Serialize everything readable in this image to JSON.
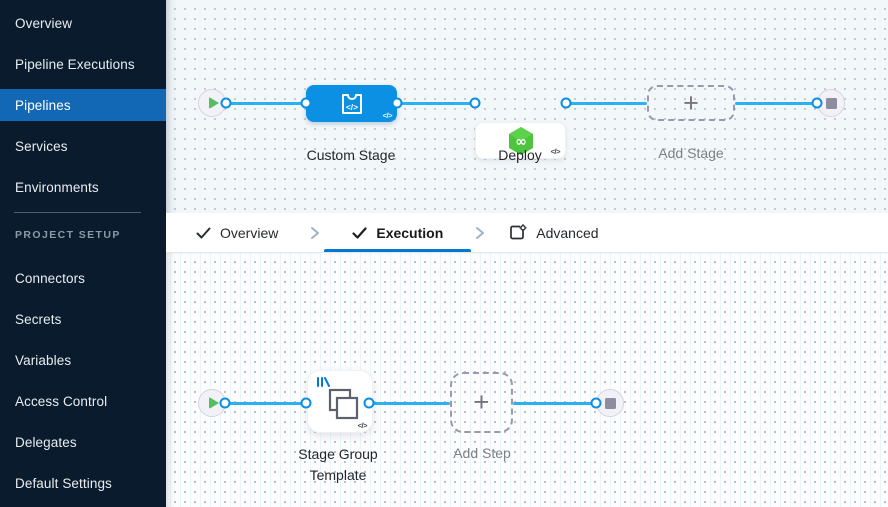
{
  "sidebar": {
    "items": [
      {
        "label": "Overview",
        "selected": false
      },
      {
        "label": "Pipeline Executions",
        "selected": false
      },
      {
        "label": "Pipelines",
        "selected": true
      },
      {
        "label": "Services",
        "selected": false
      },
      {
        "label": "Environments",
        "selected": false
      }
    ],
    "section_header": "PROJECT SETUP",
    "setup_items": [
      "Connectors",
      "Secrets",
      "Variables",
      "Access Control",
      "Delegates",
      "Default Settings"
    ]
  },
  "tabs": {
    "overview_label": "Overview",
    "execution_label": "Execution",
    "advanced_label": "Advanced",
    "active_tab": "Execution"
  },
  "stage_pipeline": {
    "custom_stage_label": "Custom Stage",
    "deploy_label": "Deploy",
    "add_stage_label": "Add Stage",
    "custom_stage_icon_glyph": "</>",
    "deploy_icon_glyph": "∞",
    "code_badge_glyph": "</>",
    "plus_glyph": "+"
  },
  "execution_pipeline": {
    "template_node_label": "Stage Group Template",
    "add_step_label": "Add Step",
    "code_badge_glyph": "</>",
    "plus_glyph": "+"
  },
  "colors": {
    "sidebar_bg": "#0a1b2d",
    "sidebar_selected_bg": "#1368b5",
    "edge_blue": "#2bb0f2",
    "node_blue": "#0b90e4",
    "deploy_green": "#4ec33e",
    "play_green": "#55bd5f",
    "tab_underline": "#0178d4",
    "stage_canvas_bg": "#f2f7fa",
    "exec_canvas_bg": "#fdfdfe"
  }
}
